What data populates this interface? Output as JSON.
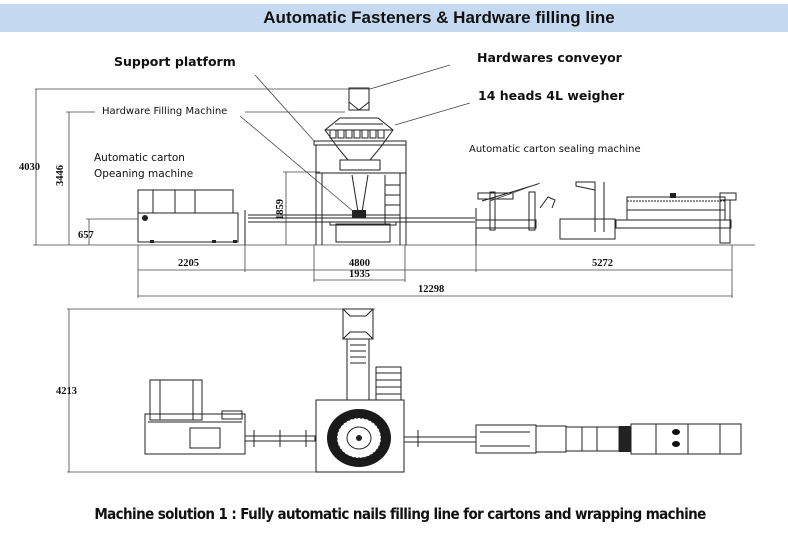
{
  "header": {
    "title": "Automatic Fasteners & Hardware filling line",
    "band_color": "#c5d9f1"
  },
  "side_view": {
    "labels": {
      "support_platform": "Support platform",
      "hardwares_conveyor": "Hardwares conveyor",
      "weigher": "14 heads 4L weigher",
      "filling_machine": "Hardware Filling Machine",
      "carton_opening_line1": "Automatic carton",
      "carton_opening_line2": "Opeaning machine",
      "carton_sealing": "Automatic carton sealing machine"
    },
    "dimensions": {
      "total_height": "4030",
      "filling_height": "3446",
      "opener_height": "657",
      "platform_height": "1859",
      "opener_length": "2205",
      "filling_length": "4800",
      "platform_length": "1935",
      "sealing_length": "5272",
      "total_length": "12298"
    }
  },
  "top_view": {
    "dimensions": {
      "total_width": "4213"
    }
  },
  "footer": {
    "caption": "Machine solution 1 : Fully automatic nails filling line for cartons and wrapping machine"
  }
}
